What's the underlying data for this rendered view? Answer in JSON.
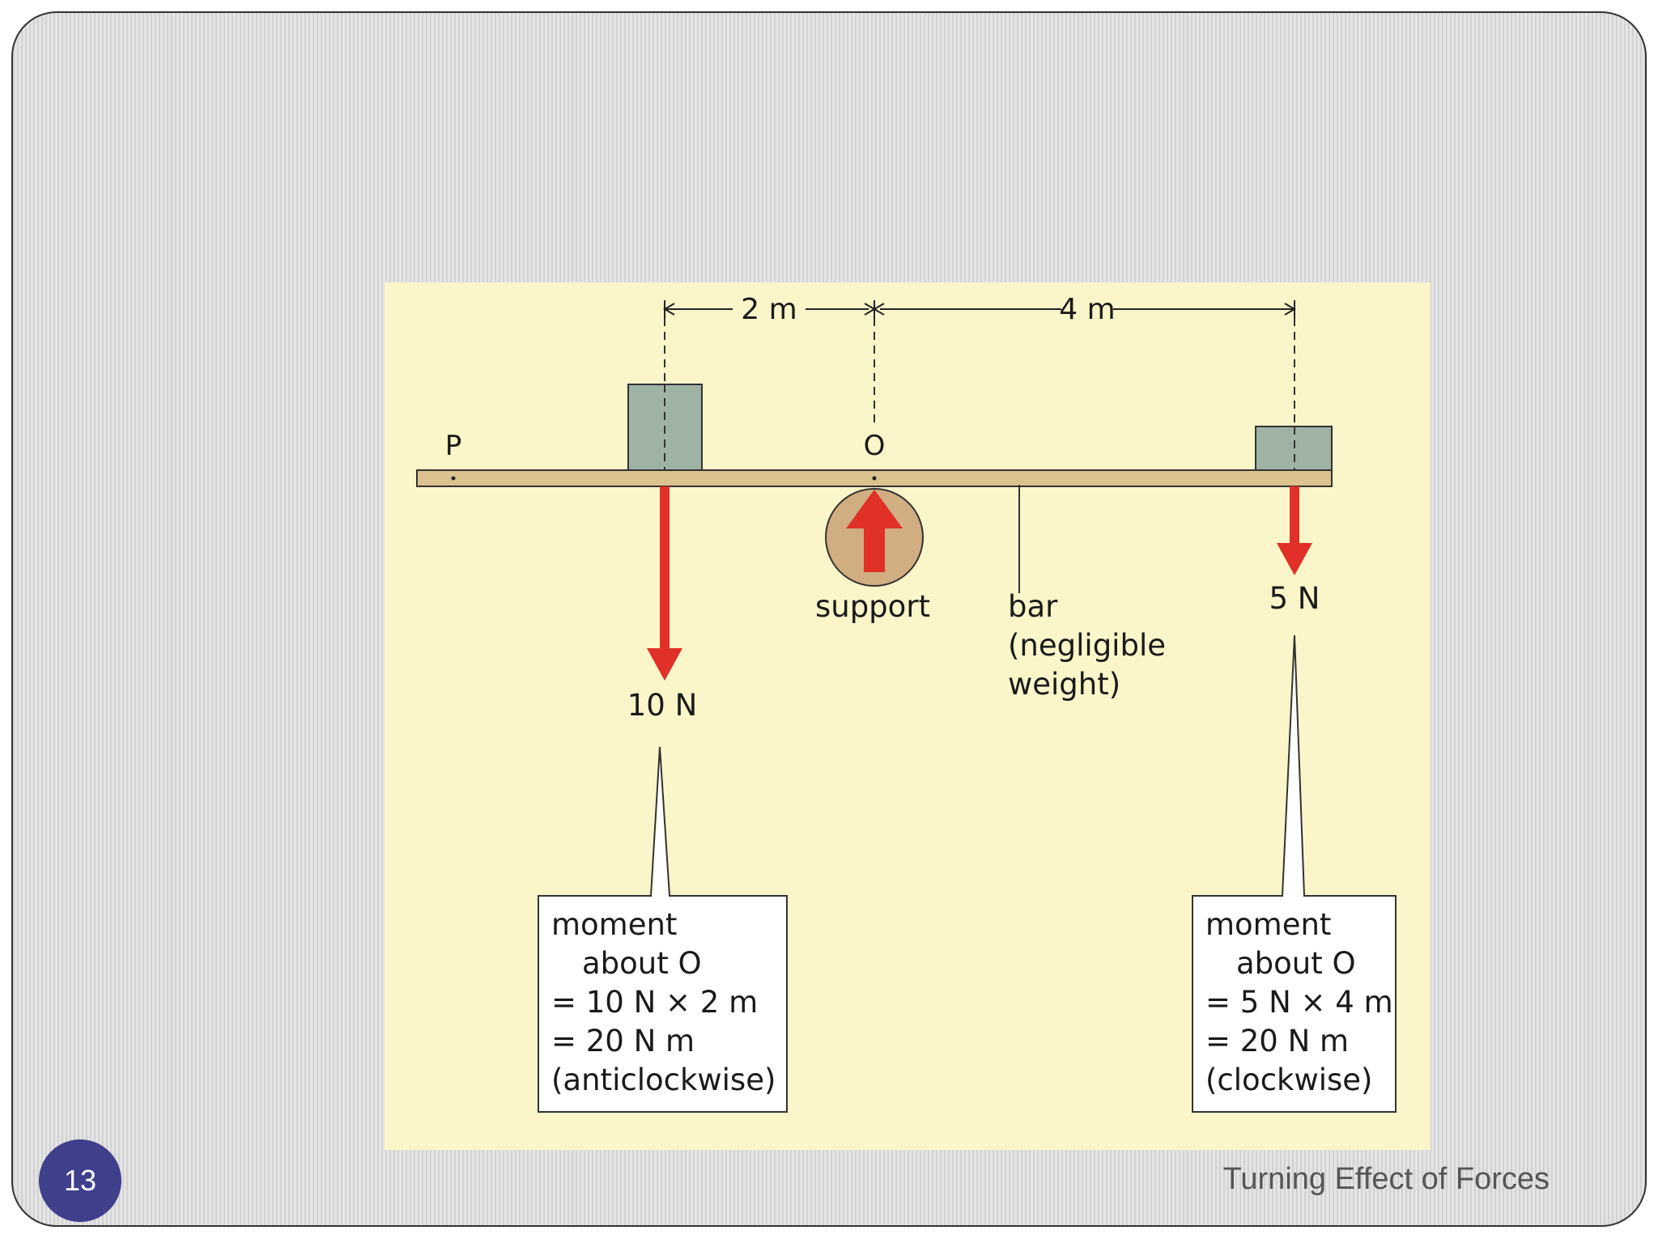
{
  "slide": {
    "page_number": "13",
    "footer_title": "Turning Effect of Forces"
  },
  "diagram": {
    "dim_left": "2 m",
    "dim_right": "4 m",
    "point_p": "P",
    "point_o": "O",
    "left_force": "10 N",
    "right_force": "5 N",
    "support_label": "support",
    "bar_label_line1": "bar",
    "bar_label_line2": "(negligible",
    "bar_label_line3": "weight)",
    "left_callout": {
      "line1": "moment",
      "line2": "about O",
      "line3": "= 10 N × 2 m",
      "line4": "= 20 N m",
      "line5": "(anticlockwise)"
    },
    "right_callout": {
      "line1": "moment",
      "line2": "about O",
      "line3": "= 5 N × 4 m",
      "line4": "= 20 N m",
      "line5": "(clockwise)"
    },
    "colors": {
      "panel": "#fbf6c9",
      "bar": "#dcc28e",
      "block": "#9fb3a5",
      "arrow": "#e03027",
      "support": "#d1ad82"
    }
  }
}
